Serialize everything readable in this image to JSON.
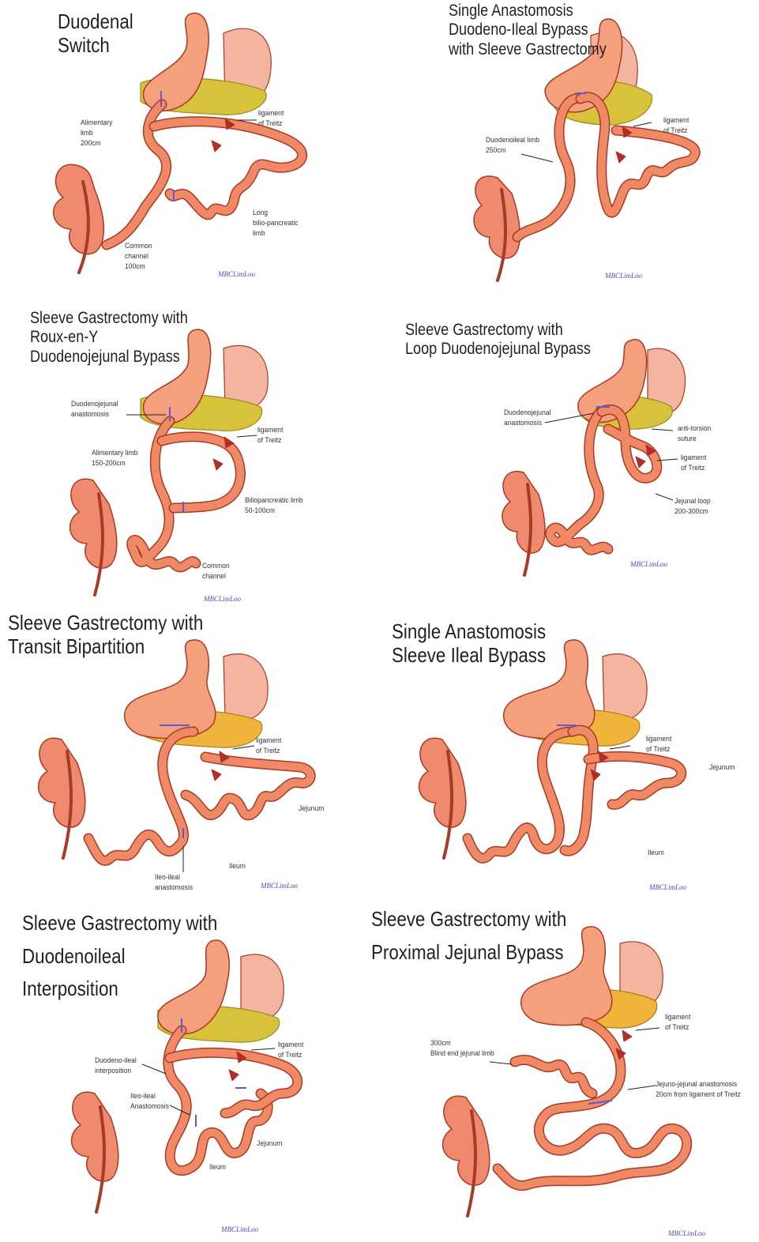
{
  "colors": {
    "intestine": "#f08a66",
    "intestine_outline": "#a83a26",
    "stomach": "#f5a07d",
    "liver": "#f3b59f",
    "pancreas": "#d9c23b",
    "pancreas_orange": "#f0b43a",
    "colon": "#ef8a6e",
    "ligament": "#b03028",
    "staple": "#5b5bd6",
    "signature": "#4a4ad0"
  },
  "signature": "MBCLimLoo",
  "panels": [
    {
      "title": [
        "Duodenal",
        "Switch"
      ],
      "labels": [
        [
          "Alimentary",
          "limb",
          "200cm"
        ],
        [
          "ligament",
          "of Treitz"
        ],
        [
          "Long",
          "bilio-pancreatic",
          "limb"
        ],
        [
          "Common",
          "channel",
          "100cm"
        ]
      ]
    },
    {
      "title": [
        "Single Anastomosis",
        "Duodeno-Ileal Bypass",
        "with Sleeve Gastrectomy"
      ],
      "labels": [
        [
          "Duodenoileal limb",
          "250cm"
        ],
        [
          "ligament",
          "of Treitz"
        ]
      ]
    },
    {
      "title": [
        "Sleeve Gastrectomy with",
        "Roux-en-Y",
        "Duodenojejunal Bypass"
      ],
      "labels": [
        [
          "Duodenojejunal",
          "anastomosis"
        ],
        [
          "ligament",
          "of Treitz"
        ],
        [
          "Alimentary limb",
          "150-200cm"
        ],
        [
          "Biliopancreatic limb",
          "50-100cm"
        ],
        [
          "Common",
          "channel"
        ]
      ]
    },
    {
      "title": [
        "Sleeve Gastrectomy with",
        "Loop Duodenojejunal Bypass"
      ],
      "labels": [
        [
          "Duodenojejunal",
          "anastomosis"
        ],
        [
          "anti-torsion",
          "suture"
        ],
        [
          "ligament",
          "of Treitz"
        ],
        [
          "Jejunal loop",
          "200-300cm"
        ]
      ]
    },
    {
      "title": [
        "Sleeve Gastrectomy with",
        "Transit Bipartition"
      ],
      "labels": [
        [
          "ligament",
          "of Treitz"
        ],
        [
          "Jejunum"
        ],
        [
          "Ileum"
        ],
        [
          "Ileo-ileal",
          "anastomosis"
        ]
      ]
    },
    {
      "title": [
        "Single Anastomosis",
        "Sleeve Ileal Bypass"
      ],
      "labels": [
        [
          "ligament",
          "of Treitz"
        ],
        [
          "Jejunum"
        ],
        [
          "Ileum"
        ]
      ]
    },
    {
      "title": [
        "Sleeve Gastrectomy with",
        "Duodenoileal",
        "Interposition"
      ],
      "labels": [
        [
          "ligament",
          "of Treitz"
        ],
        [
          "Duodeno-ileal",
          "interposition"
        ],
        [
          "Ileo-ileal",
          "Anastomosis"
        ],
        [
          "Jejunum"
        ],
        [
          "Ileum"
        ]
      ]
    },
    {
      "title": [
        "Sleeve Gastrectomy with",
        "Proximal Jejunal Bypass"
      ],
      "labels": [
        [
          "ligament",
          "of Treitz"
        ],
        [
          "300cm",
          "Blind end jejunal limb"
        ],
        [
          "Jejuno-jejunal anastomosis",
          "20cm from ligament of Treitz"
        ]
      ]
    }
  ]
}
